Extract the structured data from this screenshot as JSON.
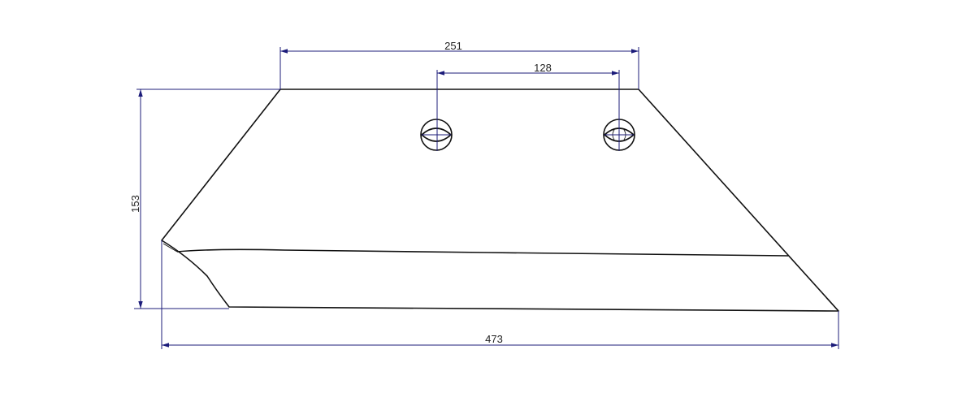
{
  "drawing": {
    "dimensions": {
      "top_width": "251",
      "hole_spacing": "128",
      "height": "153",
      "overall_width": "473"
    },
    "colors": {
      "dimension_line": "#1c1c7a",
      "part_outline": "#111111"
    }
  }
}
